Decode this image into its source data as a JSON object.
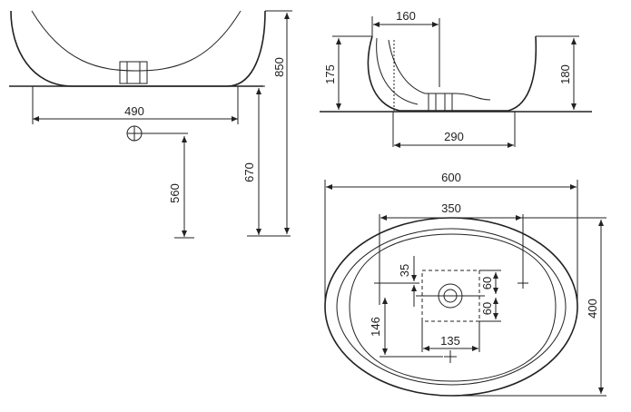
{
  "dimensions": {
    "front_width": "490",
    "total_height": "850",
    "counter_height": "670",
    "drain_height": "560",
    "top_width": "160",
    "side_height_175": "175",
    "side_height_180": "180",
    "side_base": "290",
    "plan_width": "600",
    "plan_depth": "400",
    "hole_spacing": "350",
    "offset_35": "35",
    "offset_60_top": "60",
    "offset_60_bottom": "60",
    "offset_146": "146",
    "offset_135": "135"
  }
}
